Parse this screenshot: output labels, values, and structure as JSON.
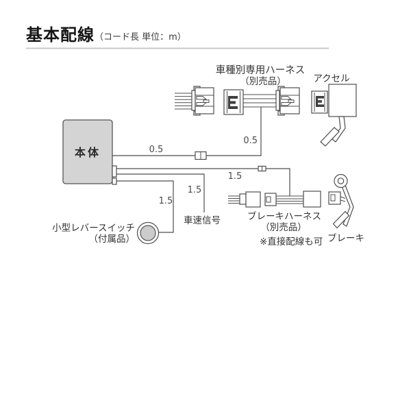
{
  "title": {
    "main": "基本配線",
    "unit_note": "（コード長 単位：m）"
  },
  "sections": {
    "vehicle_harness": {
      "label": "車種別専用ハーネス",
      "sublabel": "（別売品）"
    },
    "accelerator": {
      "label": "アクセル"
    },
    "main_unit": {
      "label": "本体"
    },
    "speed_signal": {
      "label": "車速信号"
    },
    "lever_switch": {
      "label": "小型レバースイッチ",
      "sublabel": "（付属品）"
    },
    "brake_harness": {
      "label": "ブレーキハーネス",
      "sublabel": "（別売品）",
      "note": "※直接配線も可"
    },
    "brake": {
      "label": "ブレーキ"
    }
  },
  "cord_lengths": {
    "unit_to_harness": "0.5",
    "harness_drop": "0.5",
    "unit_to_brake": "1.5",
    "unit_to_speed_signal": "1.5",
    "unit_to_lever_switch": "1.5"
  },
  "colors": {
    "line": "#4d4d4d",
    "main_unit_fill": "#d4d4d4",
    "lever_switch_fill": "#cccccc",
    "divider": "#c8c8c8",
    "text": "#333333"
  }
}
